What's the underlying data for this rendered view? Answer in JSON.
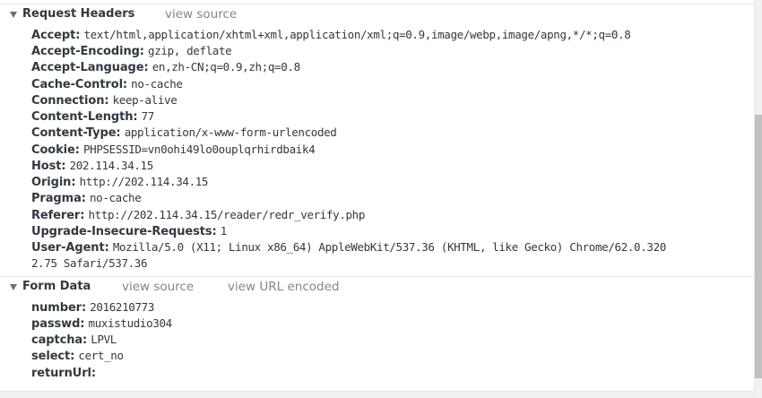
{
  "request_headers": {
    "title": "Request Headers",
    "view_source": "view source",
    "rows": [
      {
        "key": "Accept:",
        "value": "text/html,application/xhtml+xml,application/xml;q=0.9,image/webp,image/apng,*/*;q=0.8"
      },
      {
        "key": "Accept-Encoding:",
        "value": "gzip, deflate"
      },
      {
        "key": "Accept-Language:",
        "value": "en,zh-CN;q=0.9,zh;q=0.8"
      },
      {
        "key": "Cache-Control:",
        "value": "no-cache"
      },
      {
        "key": "Connection:",
        "value": "keep-alive"
      },
      {
        "key": "Content-Length:",
        "value": "77"
      },
      {
        "key": "Content-Type:",
        "value": "application/x-www-form-urlencoded"
      },
      {
        "key": "Cookie:",
        "value": "PHPSESSID=vn0ohi49lo0ouplqrhirdbaik4"
      },
      {
        "key": "Host:",
        "value": "202.114.34.15"
      },
      {
        "key": "Origin:",
        "value": "http://202.114.34.15"
      },
      {
        "key": "Pragma:",
        "value": "no-cache"
      },
      {
        "key": "Referer:",
        "value": "http://202.114.34.15/reader/redr_verify.php"
      },
      {
        "key": "Upgrade-Insecure-Requests:",
        "value": "1"
      },
      {
        "key": "User-Agent:",
        "value": "Mozilla/5.0 (X11; Linux x86_64) AppleWebKit/537.36 (KHTML, like Gecko) Chrome/62.0.320"
      }
    ],
    "user_agent_wrap": "2.75 Safari/537.36"
  },
  "form_data": {
    "title": "Form Data",
    "view_source": "view source",
    "view_url_encoded": "view URL encoded",
    "rows": [
      {
        "key": "number:",
        "value": "2016210773"
      },
      {
        "key": "passwd:",
        "value": "muxistudio304"
      },
      {
        "key": "captcha:",
        "value": "LPVL"
      },
      {
        "key": "select:",
        "value": "cert_no"
      },
      {
        "key": "returnUrl:",
        "value": ""
      }
    ]
  }
}
